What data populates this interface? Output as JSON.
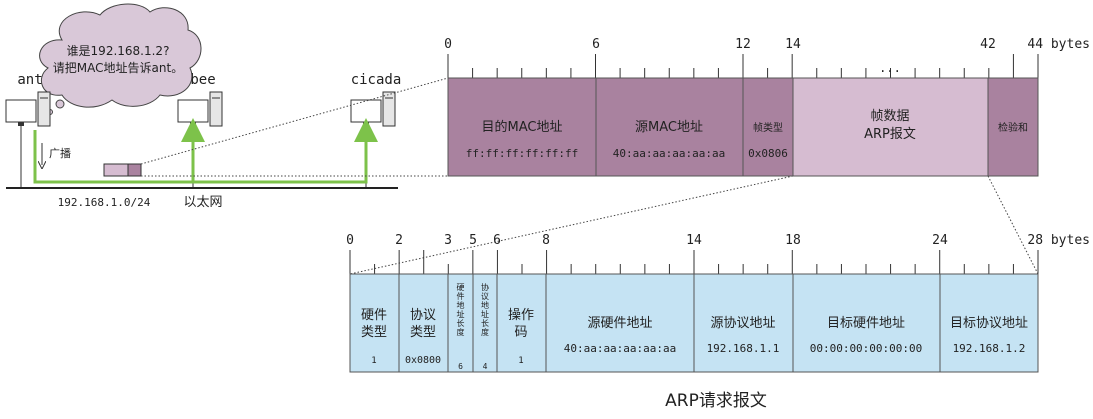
{
  "network": {
    "cloud_line1": "谁是192.168.1.2?",
    "cloud_line2": "请把MAC地址告诉ant。",
    "hosts": [
      "ant",
      "bee",
      "cicada"
    ],
    "broadcast_label": "广播",
    "subnet_label": "192.168.1.0/24",
    "ethernet_label": "以太网"
  },
  "frame": {
    "offsets": [
      "0",
      "6",
      "12",
      "14",
      "42",
      "44 bytes"
    ],
    "ellipsis": "...",
    "fields": [
      {
        "line1": "目的MAC地址",
        "line2": "ff:ff:ff:ff:ff:ff"
      },
      {
        "line1": "源MAC地址",
        "line2": "40:aa:aa:aa:aa:aa"
      },
      {
        "line1": "帧类型",
        "line2": "0x0806"
      },
      {
        "line1": "帧数据",
        "line2": "ARP报文"
      },
      {
        "line1": "检验和",
        "line2": ""
      }
    ]
  },
  "arp": {
    "offsets": [
      "0",
      "2",
      "3",
      "5",
      "6",
      "8",
      "14",
      "18",
      "24",
      "28 bytes"
    ],
    "fields": [
      {
        "line1": "硬件",
        "line2": "类型",
        "value": "1"
      },
      {
        "line1": "协议",
        "line2": "类型",
        "value": "0x0800"
      },
      {
        "vertical": "硬件地址长度",
        "value": "6"
      },
      {
        "vertical": "协议地址长度",
        "value": "4"
      },
      {
        "line1": "操作",
        "line2": "码",
        "value": "1"
      },
      {
        "line1": "源硬件地址",
        "line2": "",
        "value": "40:aa:aa:aa:aa:aa"
      },
      {
        "line1": "源协议地址",
        "line2": "",
        "value": "192.168.1.1"
      },
      {
        "line1": "目标硬件地址",
        "line2": "",
        "value": "00:00:00:00:00:00"
      },
      {
        "line1": "目标协议地址",
        "line2": "",
        "value": "192.168.1.2"
      }
    ],
    "caption": "ARP请求报文"
  },
  "colors": {
    "frame_dark": "#a9829f",
    "frame_light": "#d6bcd1",
    "arp_fill": "#c5e3f3",
    "cloud_fill": "#d9c8d8",
    "cable_green": "#7dc24a"
  }
}
